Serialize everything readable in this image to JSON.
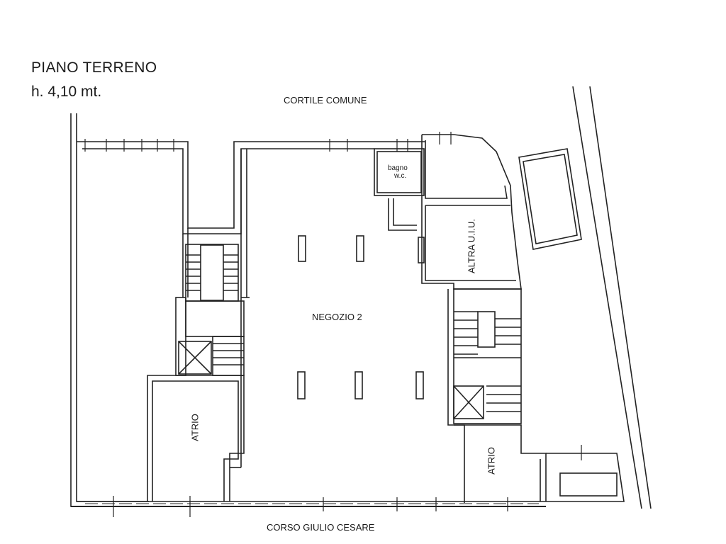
{
  "plan": {
    "title": "PIANO TERRENO",
    "height_note": "h. 4,10 mt.",
    "top_label": "CORTILE COMUNE",
    "bottom_label": "CORSO GIULIO CESARE"
  },
  "rooms": {
    "shop": "NEGOZIO 2",
    "bathroom_line1": "bagno",
    "bathroom_line2": "w.c.",
    "other_unit": "ALTRA U.I.U.",
    "lobby_left": "ATRIO",
    "lobby_right": "ATRIO"
  }
}
